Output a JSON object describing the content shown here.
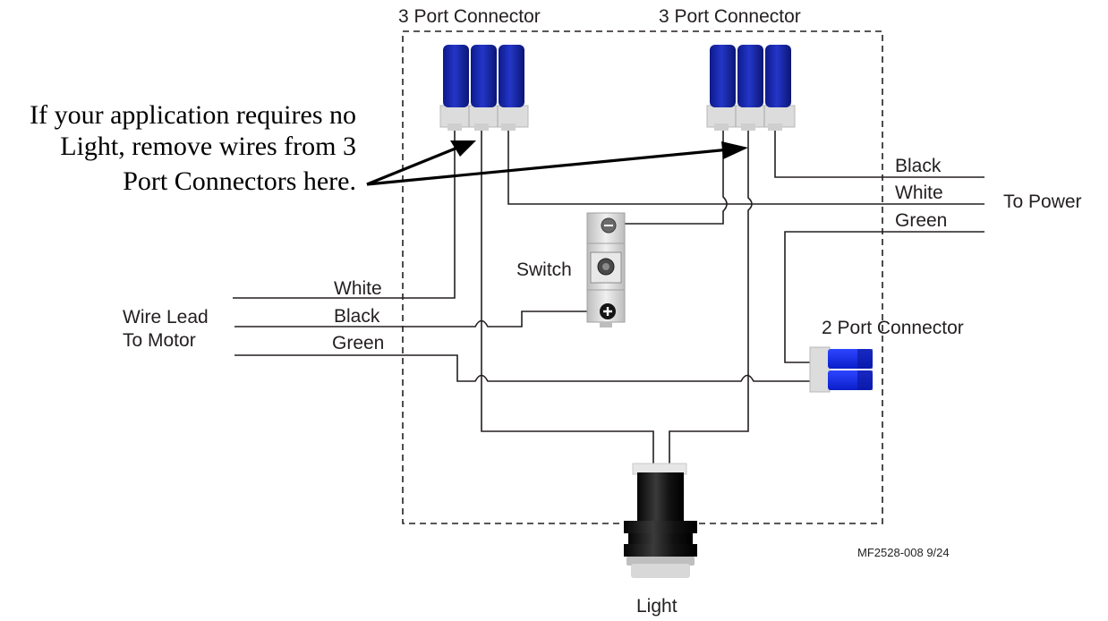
{
  "labels": {
    "connector_left": "3 Port Connector",
    "connector_right": "3 Port Connector",
    "two_port": "2 Port Connector",
    "switch": "Switch",
    "light": "Light",
    "to_power": "To Power",
    "wire_lead_line1": "Wire Lead",
    "wire_lead_line2": "To Motor",
    "motor_white": "White",
    "motor_black": "Black",
    "motor_green": "Green",
    "power_black": "Black",
    "power_white": "White",
    "power_green": "Green",
    "drawing_code": "MF2528-008 9/24"
  },
  "note": {
    "line1": "If your application requires no",
    "line2": "Light, remove wires from 3",
    "line3": "Port Connectors here."
  },
  "colors": {
    "connector_blue": "#1a2bb5",
    "connector_body": "#d9d9d9",
    "wire": "#231f20",
    "lamp": "#1a1a1a"
  },
  "icons": {
    "switch_screws": "screw-terminal-icon",
    "light": "lamp-socket-icon"
  }
}
